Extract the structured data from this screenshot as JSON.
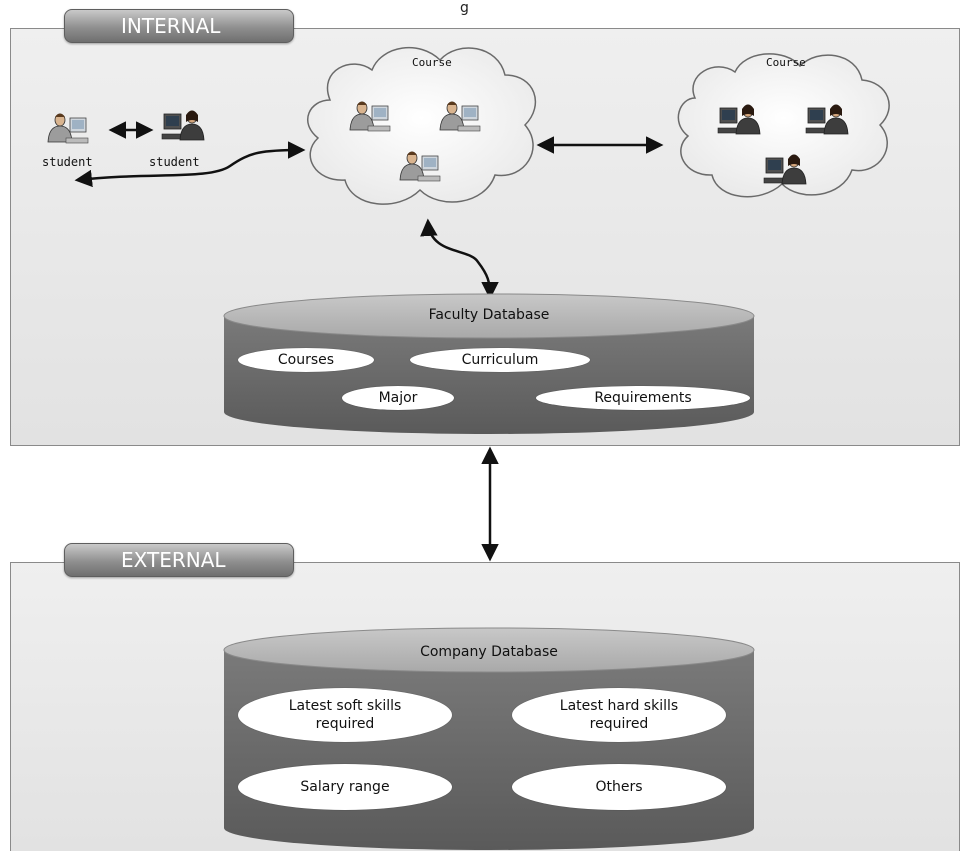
{
  "page_top_label": "g",
  "internal": {
    "tab_label": "INTERNAL",
    "student_labels": [
      "student",
      "student"
    ],
    "course_labels": [
      "Course",
      "Course"
    ],
    "faculty_db": {
      "title": "Faculty Database",
      "items": [
        "Courses",
        "Curriculum",
        "Major",
        "Requirements"
      ]
    }
  },
  "external": {
    "tab_label": "EXTERNAL",
    "company_db": {
      "title": "Company Database",
      "items": [
        "Latest soft skills required",
        "Latest hard skills required",
        "Salary range",
        "Others"
      ]
    }
  },
  "colors": {
    "db_body": "#6d6d6d",
    "db_top": "#b9b9b9",
    "panel_bg": "#ececec",
    "tab_bg": "#8f8f8f"
  }
}
